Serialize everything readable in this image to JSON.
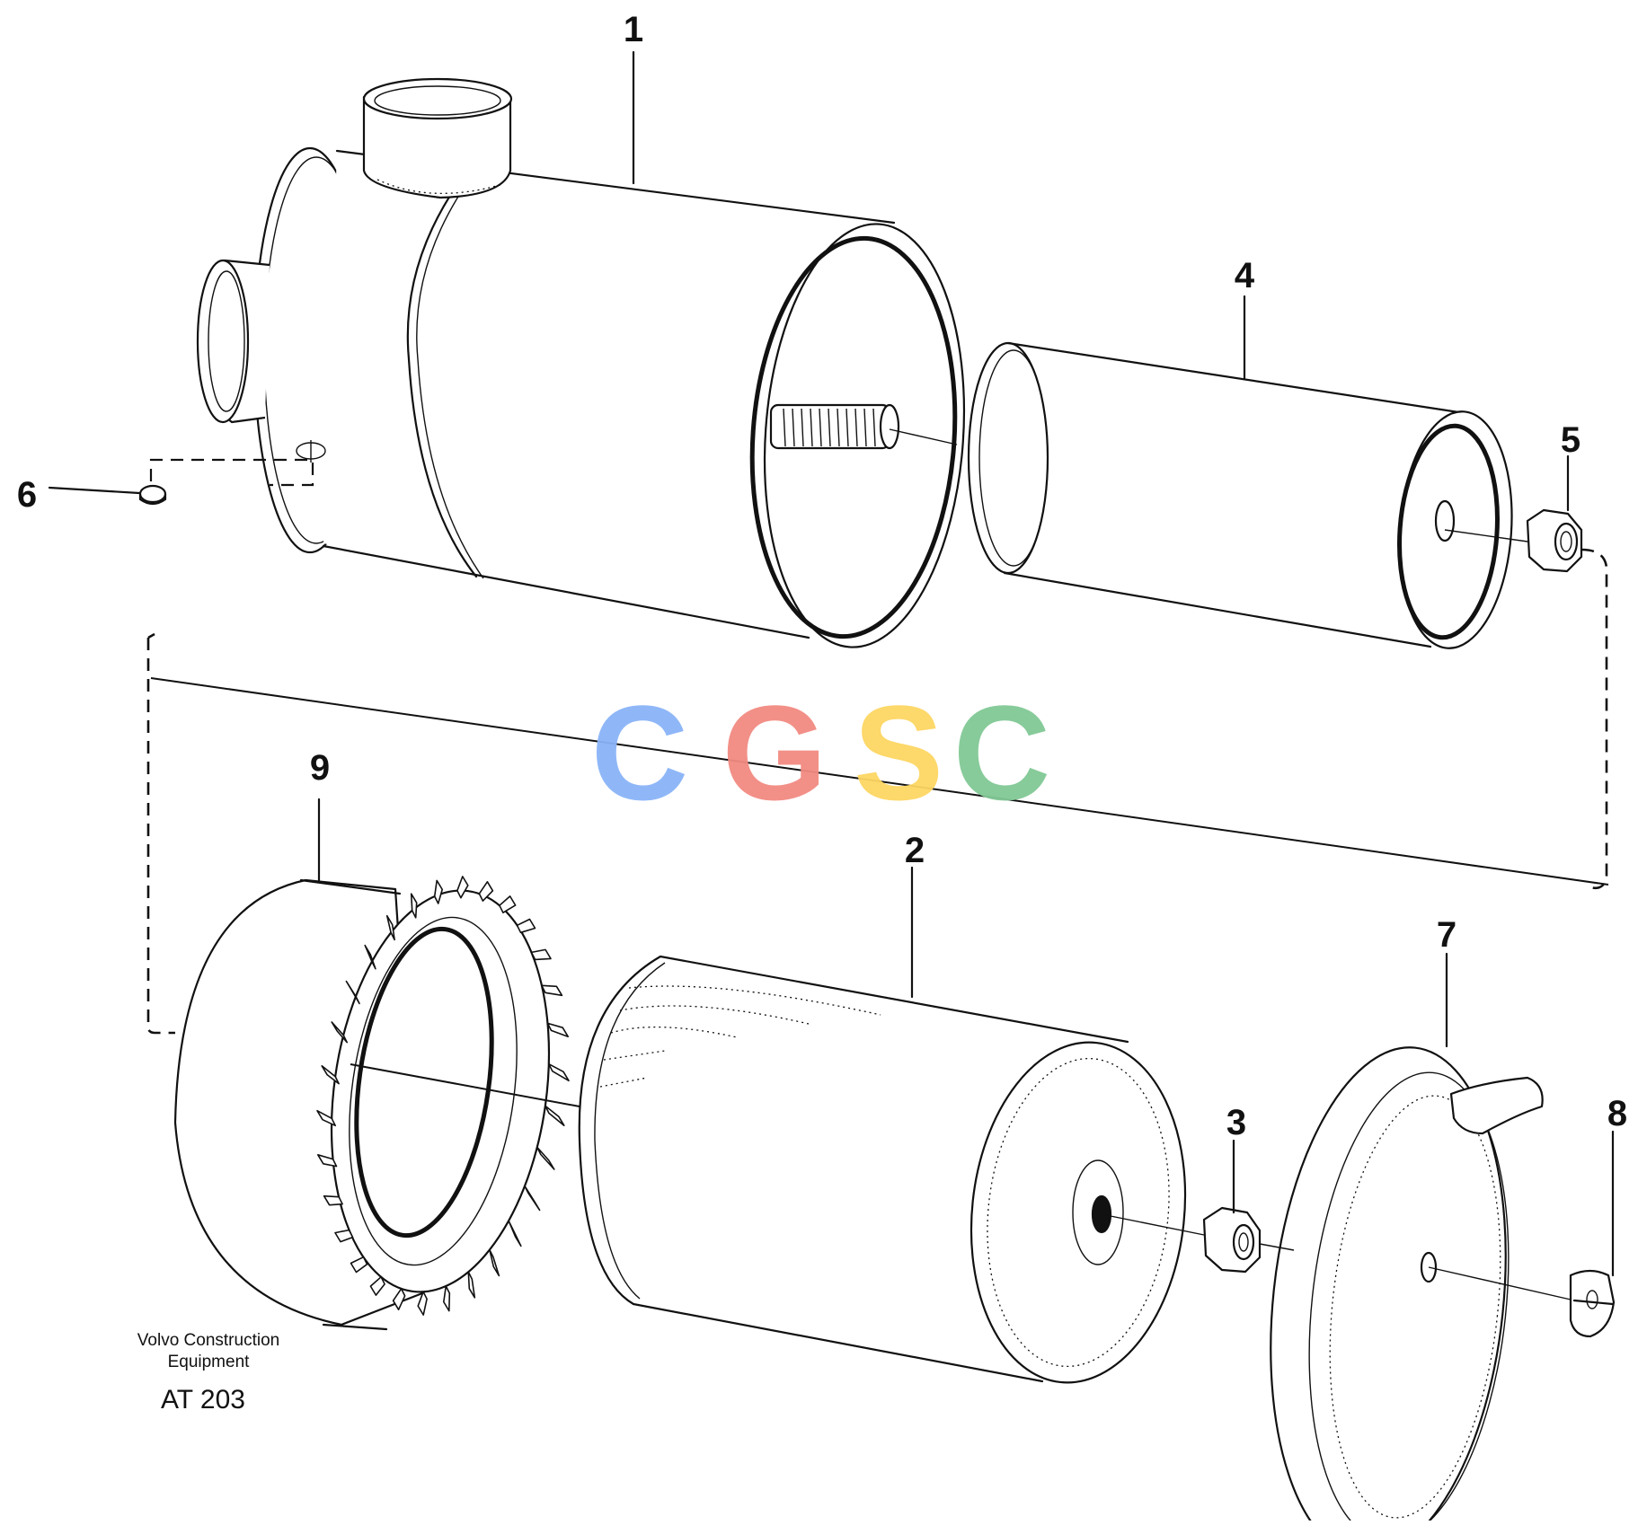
{
  "callouts": {
    "c1": "1",
    "c2": "2",
    "c3": "3",
    "c4": "4",
    "c5": "5",
    "c6": "6",
    "c7": "7",
    "c8": "8",
    "c9": "9"
  },
  "caption": {
    "line1": "Volvo Construction",
    "line2": "Equipment",
    "code": "AT 203"
  },
  "watermark": {
    "letters": [
      "C",
      "G",
      "S",
      "C"
    ],
    "colors": [
      "#8ab4f8",
      "#f28b82",
      "#fdd663",
      "#81c995"
    ]
  }
}
